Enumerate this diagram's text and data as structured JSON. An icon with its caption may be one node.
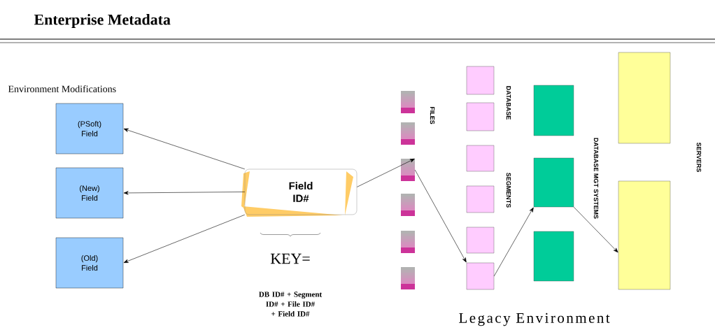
{
  "diagram": {
    "title": "Enterprise Metadata",
    "nodes": [
      {
        "text": [
          "(PSoft) Field"
        ]
      },
      {
        "text": [
          "(New) Field"
        ]
      },
      {
        "text": [
          "(Old) Field"
        ]
      },
      {
        "text": [
          "Field ID#"
        ]
      },
      {
        "text": [],
        "shape": "bar"
      },
      {
        "text": [],
        "shape": "bar"
      },
      {
        "text": [],
        "shape": "bar"
      },
      {
        "text": [],
        "shape": "bar"
      },
      {
        "text": [],
        "shape": "bar"
      },
      {
        "text": [],
        "shape": "bar"
      },
      {
        "text": [],
        "shape": "box"
      },
      {
        "text": [],
        "shape": "box"
      },
      {
        "text": [],
        "shape": "box"
      },
      {
        "text": [],
        "shape": "box"
      },
      {
        "text": [],
        "shape": "box"
      },
      {
        "text": [],
        "shape": "box"
      },
      {
        "text": [],
        "shape": "box"
      },
      {
        "text": [],
        "shape": "box"
      },
      {
        "text": [],
        "shape": "box"
      },
      {
        "text": [],
        "shape": "box"
      },
      {
        "text": [],
        "shape": "box"
      }
    ],
    "edges": [
      {
        "from": 3,
        "to": 0,
        "arrow": "to"
      },
      {
        "from": 3,
        "to": 1,
        "arrow": "to"
      },
      {
        "from": 3,
        "to": 2,
        "arrow": "to"
      },
      {
        "from": 3,
        "to": 6,
        "arrow": "to"
      },
      {
        "from": 6,
        "to": 15,
        "arrow": "to"
      },
      {
        "from": 15,
        "to": 17,
        "arrow": "to"
      },
      {
        "from": 17,
        "to": 20,
        "arrow": "to"
      }
    ],
    "labels": [
      "Environment Modifications",
      "KEY=",
      "DB ID# + Segment ID# + File ID# + Field ID#",
      "FILES",
      "DATABASE",
      "SEGMENTS",
      "DATABASE MGT SYSTEMS",
      "SERVERS",
      "Legacy Environment"
    ]
  }
}
